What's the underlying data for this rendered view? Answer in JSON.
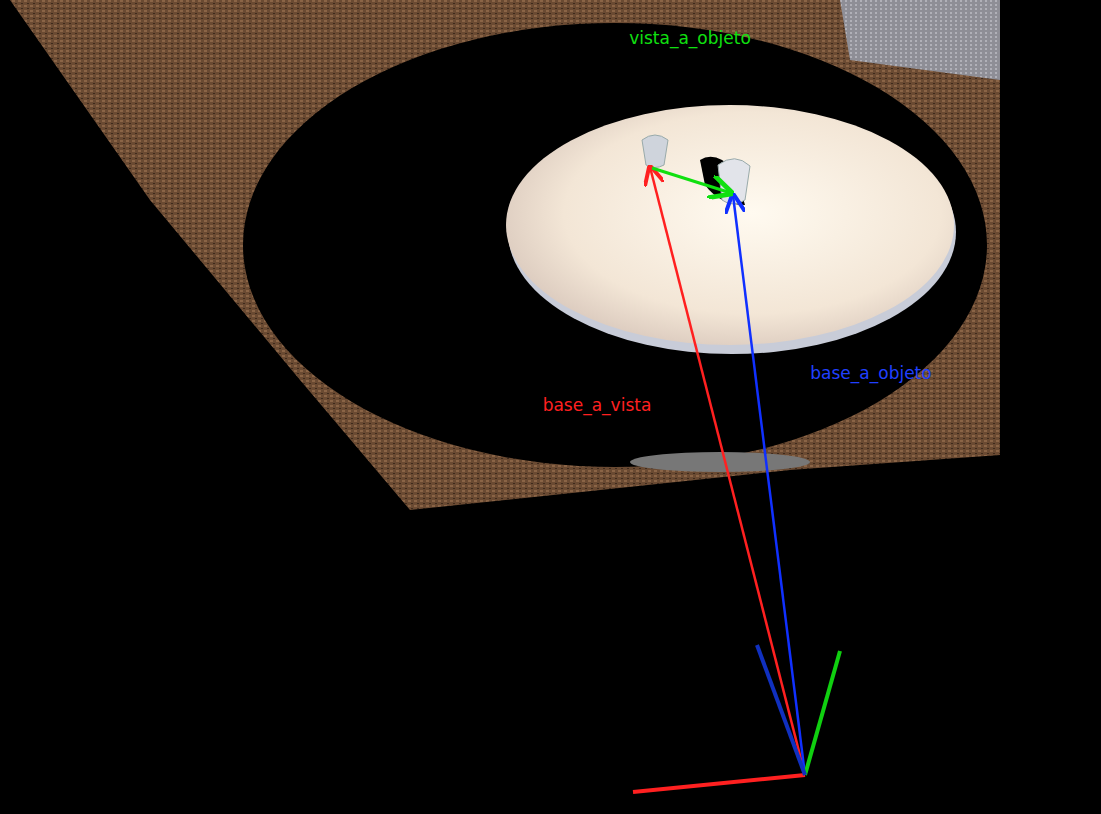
{
  "diagram": {
    "labels": [
      "vista_a_objeto",
      "base_a_vista",
      "base_a_objeto"
    ]
  }
}
